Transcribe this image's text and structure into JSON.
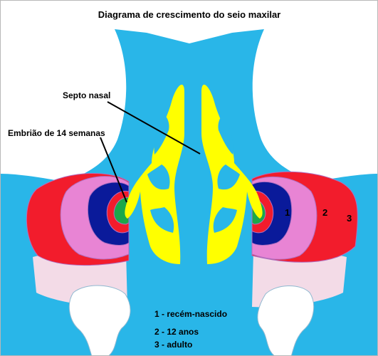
{
  "title": "Diagrama de crescimento do seio maxilar",
  "labels": {
    "septum": "Septo nasal",
    "embryo": "Embrião de 14 semanas"
  },
  "region_numbers": [
    "1",
    "2",
    "3"
  ],
  "legend": [
    "1 - recém-nascido",
    "2 - 12 anos",
    "3 - adulto"
  ],
  "colors": {
    "tissue": "#29b6e8",
    "cavity": "#ffff00",
    "adult": "#f21c2c",
    "twelve_years": "#e884d4",
    "newborn": "#0a1a9a",
    "embryo": "#1ba84a",
    "inner_red": "#f21c2c",
    "bone": "#f3dbe7",
    "tooth": "#ffffff"
  }
}
